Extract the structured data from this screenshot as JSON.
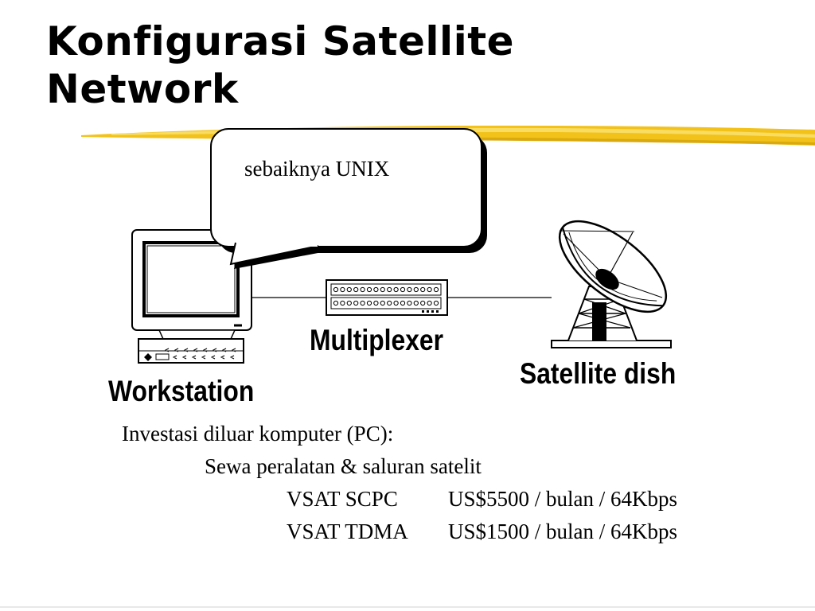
{
  "title": {
    "line1": "Konfigurasi Satellite",
    "line2": "Network"
  },
  "accent_color": "#f2c21b",
  "bubble": {
    "text": "sebaiknya UNIX"
  },
  "labels": {
    "workstation": "Workstation",
    "multiplexer": "Multiplexer",
    "satellite_dish": "Satellite dish"
  },
  "icons": [
    "workstation-icon",
    "multiplexer-icon",
    "satellite-dish-icon"
  ],
  "notes": {
    "heading": "Investasi diluar komputer (PC):",
    "sub": "Sewa peralatan & saluran satelit",
    "rows": [
      {
        "name": "VSAT SCPC",
        "price": "US$5500 / bulan / 64Kbps"
      },
      {
        "name": "VSAT TDMA",
        "price": "US$1500 / bulan / 64Kbps"
      }
    ]
  }
}
